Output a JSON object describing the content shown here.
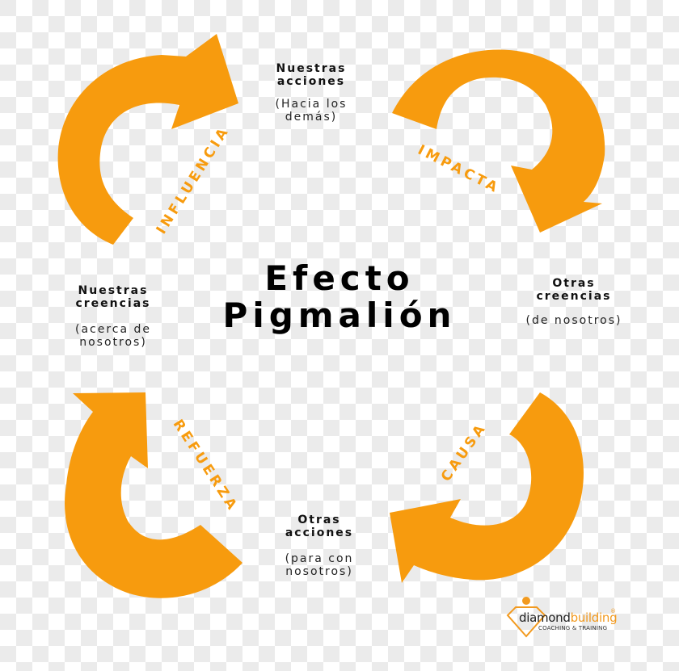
{
  "title": {
    "line1": "Efecto",
    "line2": "Pigmalión"
  },
  "nodes": {
    "top": {
      "heading_line1": "Nuestras",
      "heading_line2": "acciones",
      "sub_line1": "(Hacia los",
      "sub_line2": "demás)"
    },
    "right": {
      "heading_line1": "Otras",
      "heading_line2": "creencias",
      "sub_line1": "(de nosotros)"
    },
    "bottom": {
      "heading_line1": "Otras",
      "heading_line2": "acciones",
      "sub_line1": "(para con",
      "sub_line2": "nosotros)"
    },
    "left": {
      "heading_line1": "Nuestras",
      "heading_line2": "creencias",
      "sub_line1": "(acerca de",
      "sub_line2": "nosotros)"
    }
  },
  "arrows": [
    {
      "position": "top-left",
      "label": "INFLUENCIA",
      "color": "#f79b0e"
    },
    {
      "position": "top-right",
      "label": "IMPACTA",
      "color": "#f79b0e"
    },
    {
      "position": "bottom-right",
      "label": "CAUSA",
      "color": "#f79b0e"
    },
    {
      "position": "bottom-left",
      "label": "REFUERZA",
      "color": "#f79b0e"
    }
  ],
  "logo": {
    "word_dark": "diamond",
    "word_accent": "building",
    "registered": "®",
    "tagline": "COACHING & TRAINING"
  },
  "colors": {
    "accent": "#f79b0e",
    "text": "#111111",
    "checker_light": "#ffffff",
    "checker_dark": "#ebebeb"
  }
}
